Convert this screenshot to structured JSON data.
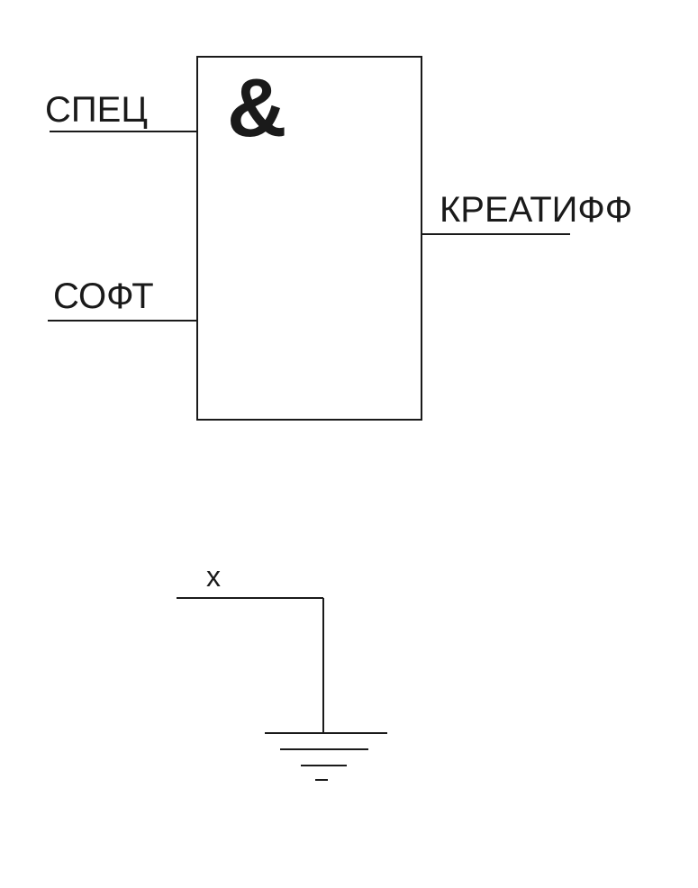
{
  "and_gate": {
    "symbol": "&",
    "inputs": [
      "СПЕЦ",
      "СОФТ"
    ],
    "output": "КРЕАТИФФ"
  },
  "ground_circuit": {
    "input_label": "x"
  },
  "colors": {
    "line": "#1a1a1a",
    "background": "#ffffff"
  }
}
